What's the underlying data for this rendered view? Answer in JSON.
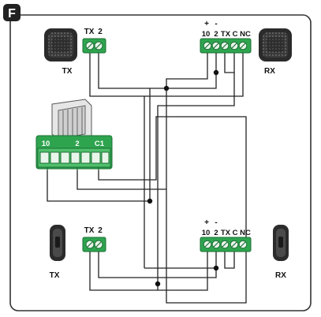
{
  "figure": {
    "badge_letter": "F"
  },
  "top_tx_block": {
    "labels": [
      "TX",
      "2"
    ]
  },
  "top_rx_block": {
    "polarity": [
      "+",
      "-"
    ],
    "labels": [
      "10",
      "2",
      "TX",
      "C",
      "NC"
    ]
  },
  "control_board": {
    "labels": [
      "10",
      "2",
      "C1"
    ]
  },
  "bottom_tx_block": {
    "labels": [
      "TX",
      "2"
    ]
  },
  "bottom_rx_block": {
    "polarity": [
      "+",
      "-"
    ],
    "labels": [
      "10",
      "2",
      "TX",
      "C",
      "NC"
    ]
  },
  "devices": {
    "top_tx_caption": "TX",
    "top_rx_caption": "RX",
    "bottom_tx_caption": "TX",
    "bottom_rx_caption": "RX"
  },
  "colors": {
    "terminal_green": "#2ea44f",
    "terminal_dark_green": "#1b6e33",
    "wire": "#222222",
    "frame": "#333333",
    "device_dark": "#2b2b2b"
  }
}
